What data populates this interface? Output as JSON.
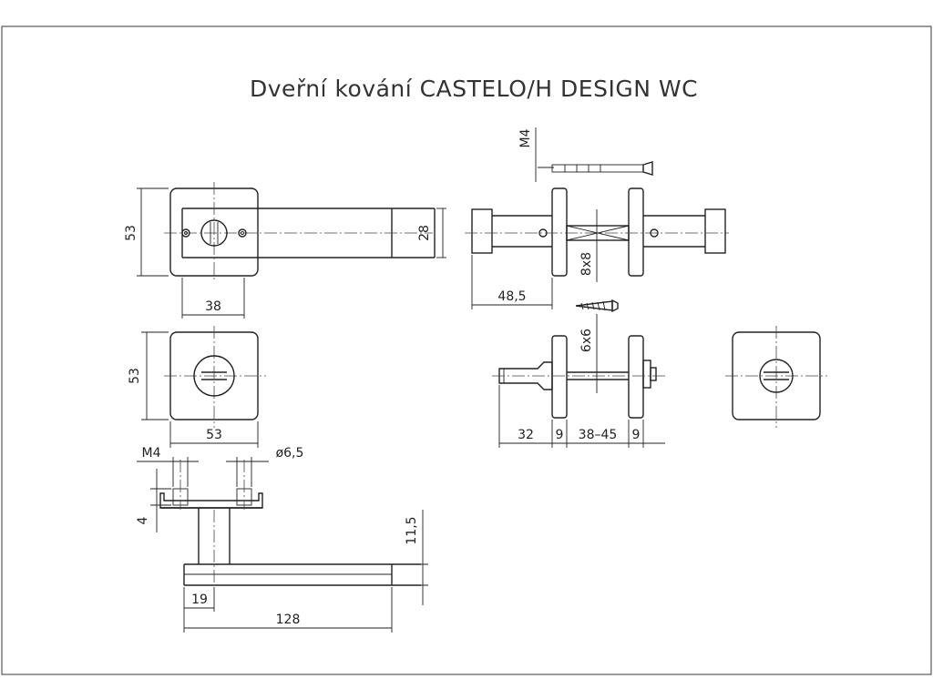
{
  "title": "Dveřní kování CASTELO/H DESIGN WC",
  "dimensions": {
    "rose_height_top": "53",
    "handle_bar_height": "28",
    "rose_offset": "38",
    "rose_height_mid": "53",
    "rose_width_mid": "53",
    "thread_left": "M4",
    "hole_diameter": "ø6,5",
    "thread_depth": "4",
    "lever_thickness": "11,5",
    "neck_offset": "19",
    "lever_length": "128",
    "screw_thread": "M4",
    "spindle_square": "8x8",
    "spindle_projection": "48,5",
    "wc_spindle": "6x6",
    "turn_length": "32",
    "rose_thickness_left": "9",
    "door_range": "38–45",
    "rose_thickness_right": "9"
  }
}
